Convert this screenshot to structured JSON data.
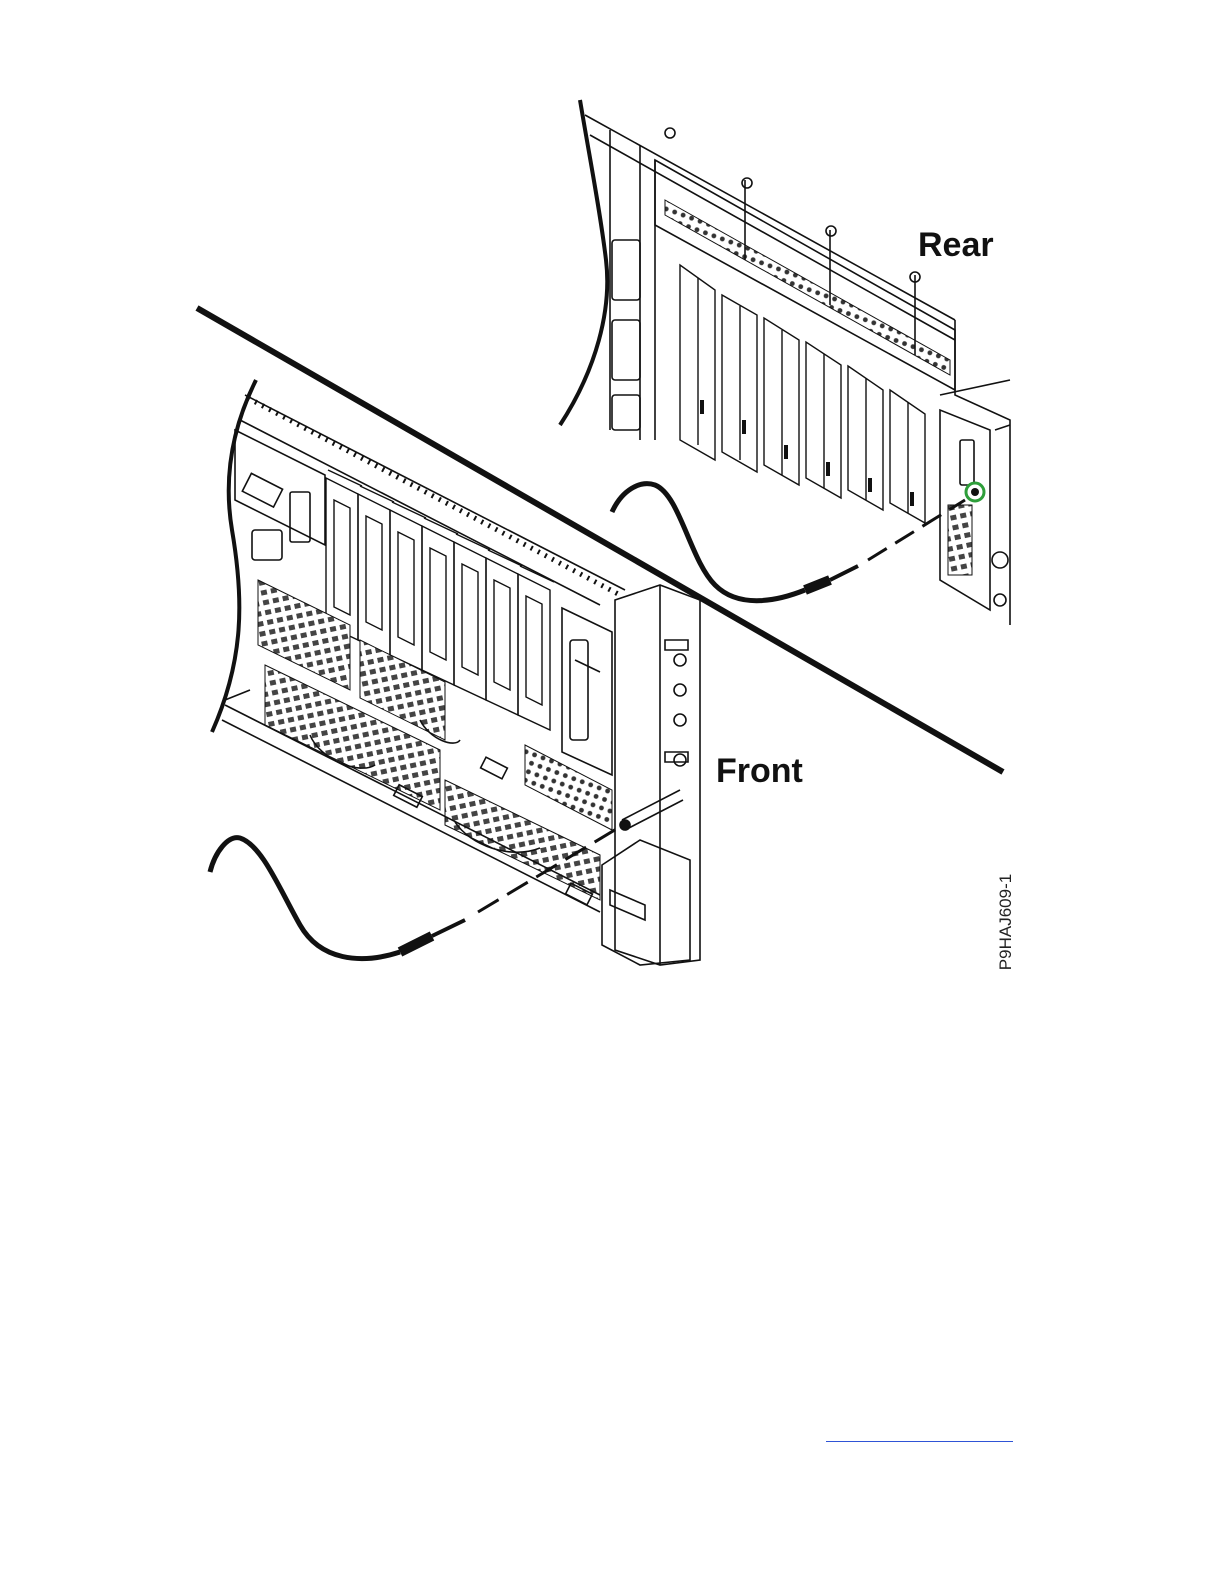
{
  "labels": {
    "rear": "Rear",
    "front": "Front",
    "figure_id": "P9HAJ609-1"
  },
  "colors": {
    "line_art": "#111111",
    "connector_highlight": "#2e9e3a",
    "footer_rule": "#2f54d6"
  },
  "icons": {
    "rear_view": "server-rear-illustration",
    "front_view": "server-front-illustration",
    "rear_cable": "cable-icon",
    "front_cable": "cable-icon"
  }
}
